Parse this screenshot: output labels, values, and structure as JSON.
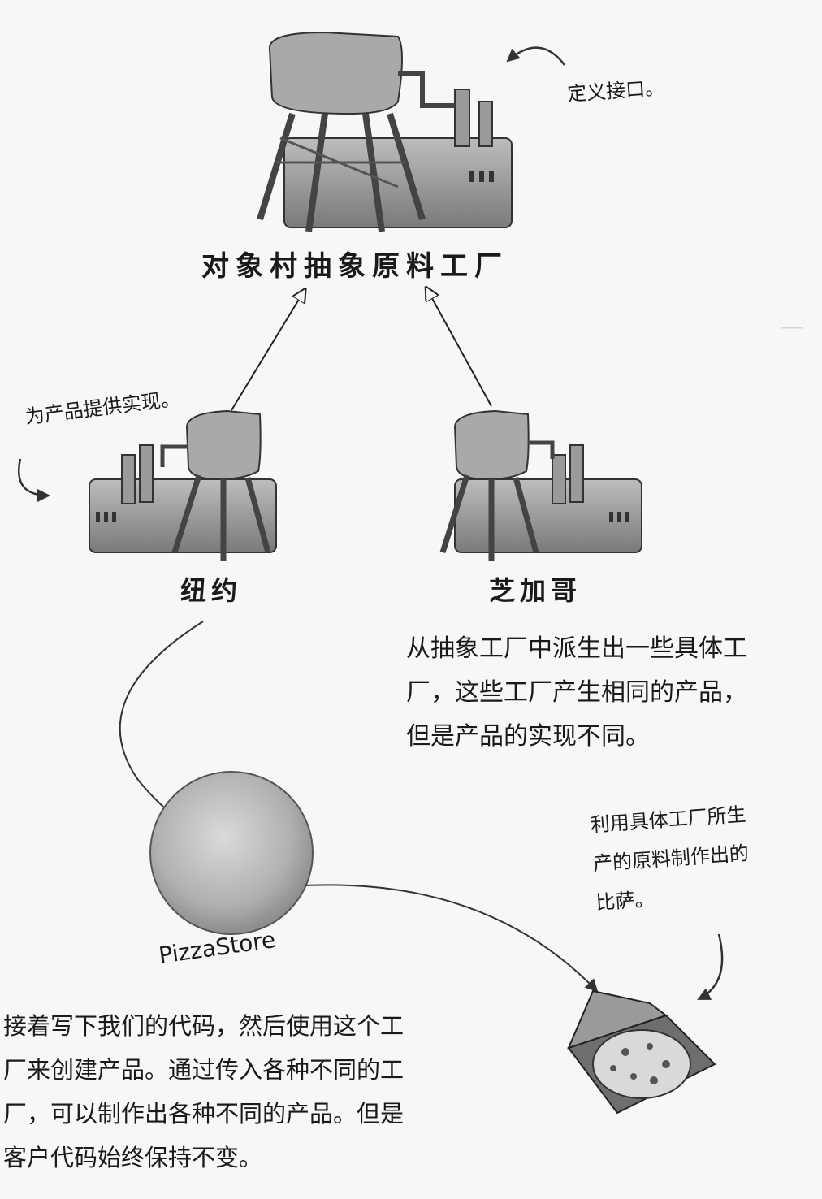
{
  "labels": {
    "define_interface": "定义接口。",
    "abstract_factory_title": "对象村抽象原料工厂",
    "provide_impl": "为产品提供实现。",
    "city_ny": "纽约",
    "city_chicago": "芝加哥",
    "pizza_store": "PizzaStore"
  },
  "concrete_factory_text": [
    "从抽象工厂中派生出一些具体工",
    "厂，这些工厂产生相同的产品，",
    "但是产品的实现不同。"
  ],
  "pizza_note": [
    "利用具体工厂所生",
    "产的原料制作出的",
    "比萨。"
  ],
  "client_code_text": [
    "接着写下我们的代码，然后使用这个工",
    "厂来创建产品。通过传入各种不同的工",
    "厂，可以制作出各种不同的产品。但是",
    "客户代码始终保持不变。"
  ],
  "colors": {
    "background": "#f7f7f5",
    "ghost_text": "#d6d6d2",
    "ink": "#1a1a1a"
  }
}
